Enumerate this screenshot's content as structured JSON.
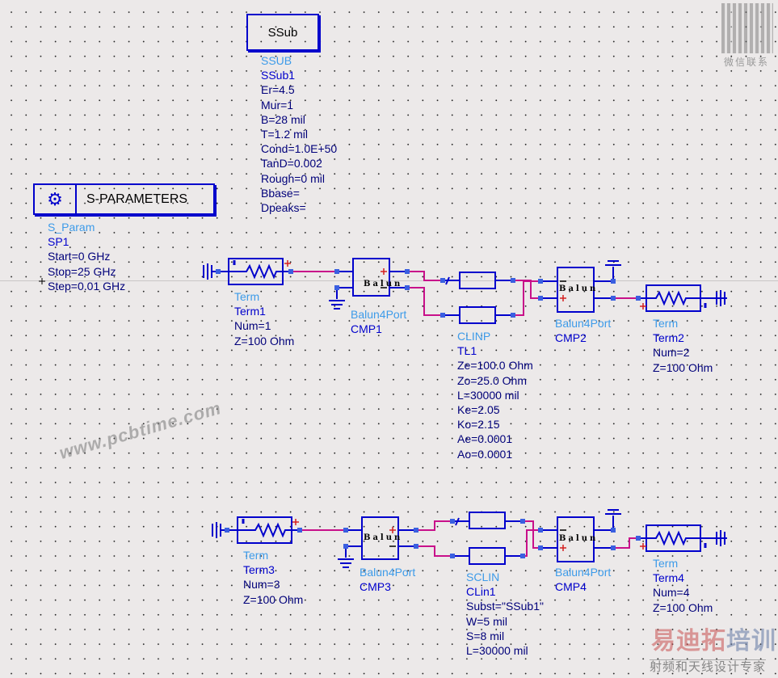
{
  "ssub": {
    "box_label": "SSub",
    "params": [
      "SSUB",
      "SSub1",
      "Er=4.5",
      "Mur=1",
      "B=28 mil",
      "T=1.2 mil",
      "Cond=1.0E+50",
      "TanD=0.002",
      "Rough=0 mil",
      "Bbase=",
      "Dpeaks="
    ]
  },
  "sparam": {
    "box_label": "S-PARAMETERS",
    "params": [
      "S_Param",
      "SP1",
      "Start=0 GHz",
      "Stop=25 GHz",
      "Step=0.01 GHz"
    ]
  },
  "term1": [
    "Term",
    "Term1",
    "Num=1",
    "Z=100 Ohm"
  ],
  "term2": [
    "Term",
    "Term2",
    "Num=2",
    "Z=100 Ohm"
  ],
  "term3": [
    "Term",
    "Term3",
    "Num=3",
    "Z=100 Ohm"
  ],
  "term4": [
    "Term",
    "Term4",
    "Num=4",
    "Z=100 Ohm"
  ],
  "cmp1": [
    "Balun4Port",
    "CMP1"
  ],
  "cmp2": [
    "Balun4Port",
    "CMP2"
  ],
  "cmp3": [
    "Balun4Port",
    "CMP3"
  ],
  "cmp4": [
    "Balun4Port",
    "CMP4"
  ],
  "tl1": [
    "CLINP",
    "TL1",
    "Ze=100.0 Ohm",
    "Zo=25.0 Ohm",
    "L=30000 mil",
    "Ke=2.05",
    "Ko=2.15",
    "Ae=0.0001",
    "Ao=0.0001"
  ],
  "clin1": [
    "SCLIN",
    "CLin1",
    "Subst=\"SSub1\"",
    "W=5 mil",
    "S=8 mil",
    "L=30000 mil"
  ],
  "balun_text": "Balun",
  "watermark": "www.pcbtime.com",
  "qr_caption": "微信联系",
  "logo": {
    "part1": "易迪拓",
    "part2": "培训",
    "tagline": "射频和天线设计专家"
  },
  "colors": {
    "wire": "#c8108a",
    "component": "#0000cc",
    "type_label": "#3d9be9"
  }
}
